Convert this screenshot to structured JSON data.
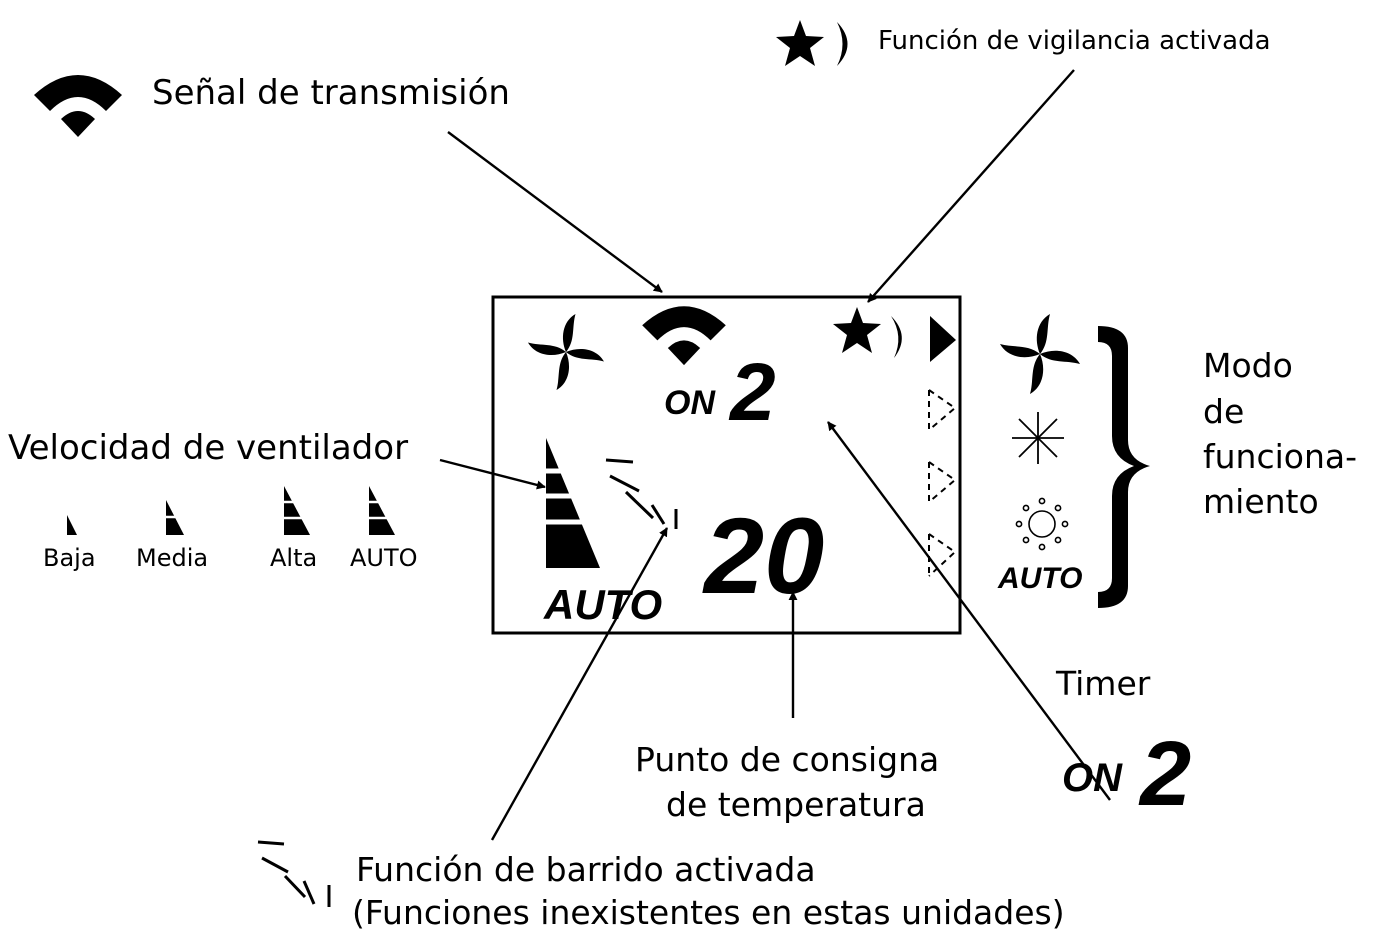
{
  "labels": {
    "signal": "Señal de transmisión",
    "watch": "Función de vigilancia activada",
    "fan_speed": "Velocidad de ventilador",
    "mode": [
      "Modo",
      "de",
      "funciona-",
      "miento"
    ],
    "timer": "Timer",
    "setpoint": [
      "Punto de consigna",
      "de temperatura"
    ],
    "swing": [
      "Función de barrido activada",
      "(Funciones inexistentes en estas unidades)"
    ]
  },
  "speed_levels": [
    "Baja",
    "Media",
    "Alta",
    "AUTO"
  ],
  "display": {
    "timer_on": "ON",
    "timer_value": "2",
    "fan_auto": "AUTO",
    "temperature": "20"
  },
  "mode_list": {
    "auto_label": "AUTO"
  },
  "timer_example": {
    "on": "ON",
    "value": "2"
  },
  "icons": [
    "transmission-signal-icon",
    "star-moon-icon",
    "play-triangle-icon",
    "fan-icon",
    "snowflake-icon",
    "sun-icon",
    "fan-speed-icon",
    "swing-icon",
    "brace-icon"
  ],
  "colors": {
    "ink": "#000000",
    "background": "#ffffff"
  }
}
